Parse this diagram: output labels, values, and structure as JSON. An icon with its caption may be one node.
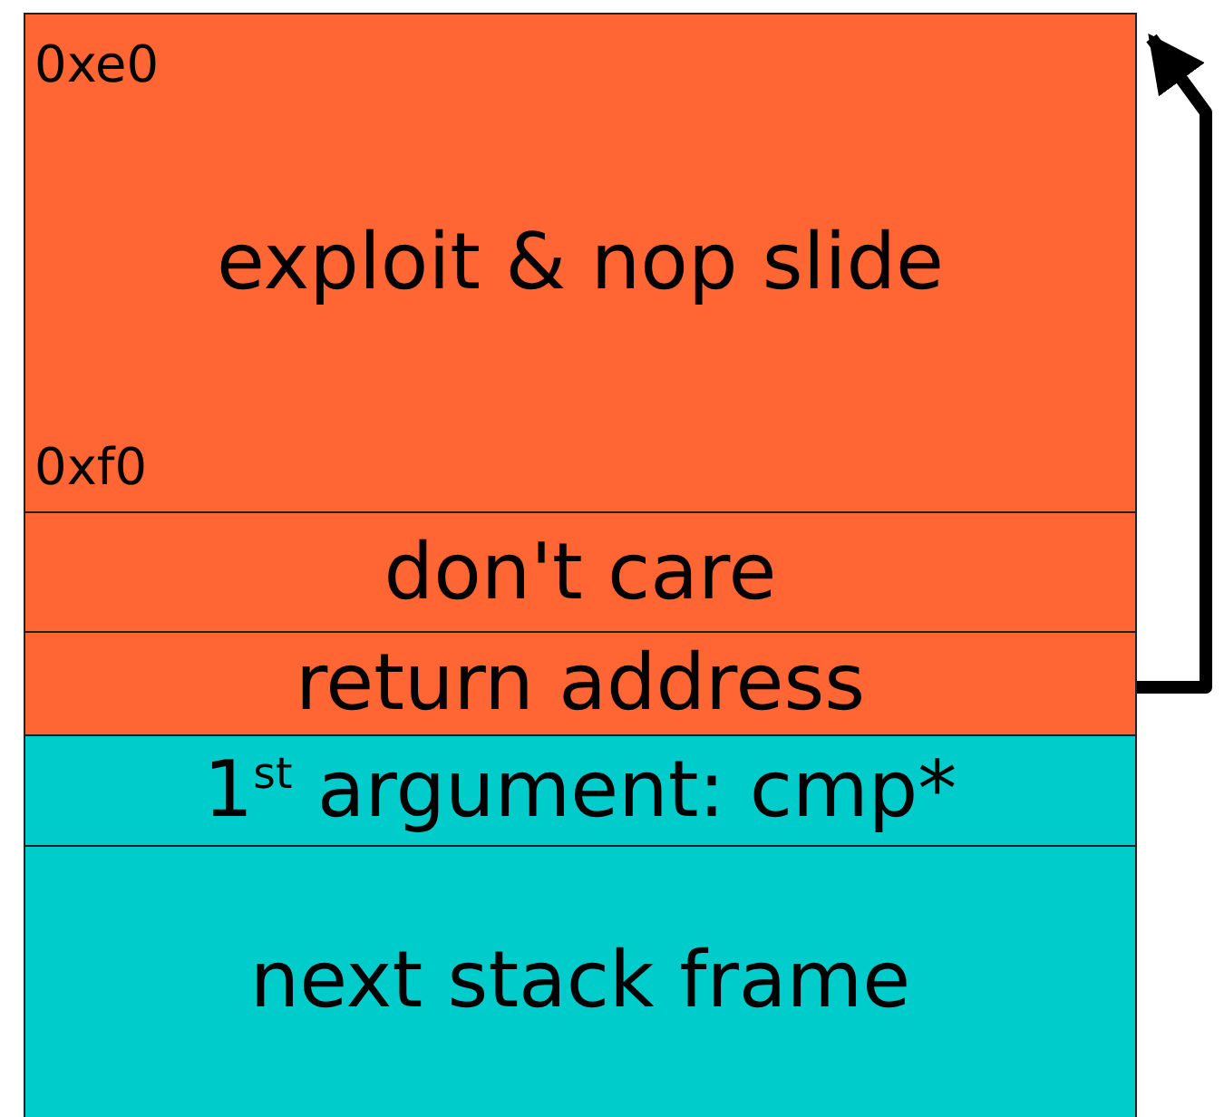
{
  "diagram": {
    "nodes": [
      {
        "text": [
          "0xe0",
          "exploit & nop slide",
          "0xf0"
        ]
      },
      {
        "text": [
          "don't care"
        ]
      },
      {
        "text": [
          "return address"
        ]
      },
      {
        "text": [
          "1$^{st}$ argument: cmp*"
        ]
      },
      {
        "text": [
          "next stack frame"
        ]
      }
    ],
    "edges": [
      {
        "from": 2,
        "to": 0,
        "arrow": "to"
      }
    ]
  }
}
